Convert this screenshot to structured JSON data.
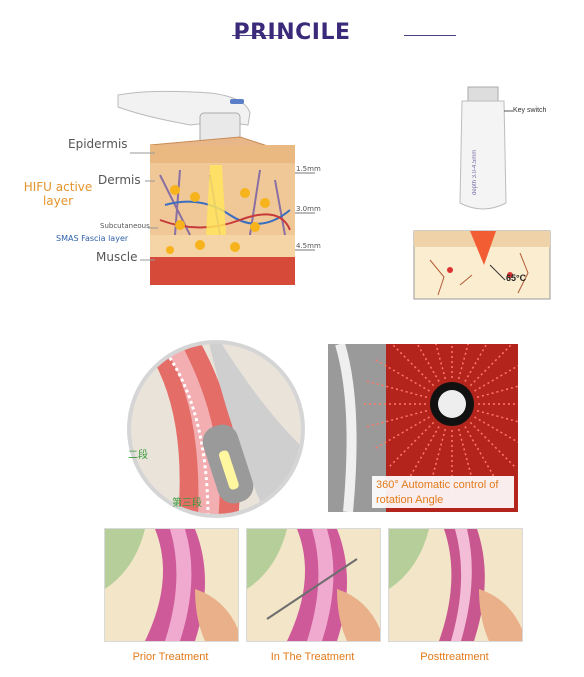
{
  "title": "PRINCILE",
  "skin_diagram": {
    "labels": {
      "epidermis": "Epidermis",
      "dermis": "Dermis",
      "hifu_active_layer": "HIFU active layer",
      "subcutaneous": "Subcutaneous",
      "smas": "SMAS Fascia layer",
      "muscle": "Muscle"
    },
    "depths": [
      "1.5mm",
      "3.0mm",
      "4.5mm"
    ]
  },
  "cartridge": {
    "key_switch": "Key switch",
    "temperature": "65°C",
    "spec": "depth 3.0-4.5mm"
  },
  "rotation": {
    "caption": "360° Automatic control of rotation Angle",
    "section_labels": [
      "二段",
      "第三段"
    ]
  },
  "treatment_stages": [
    "Prior Treatment",
    "In The Treatment",
    "Posttreatment"
  ]
}
